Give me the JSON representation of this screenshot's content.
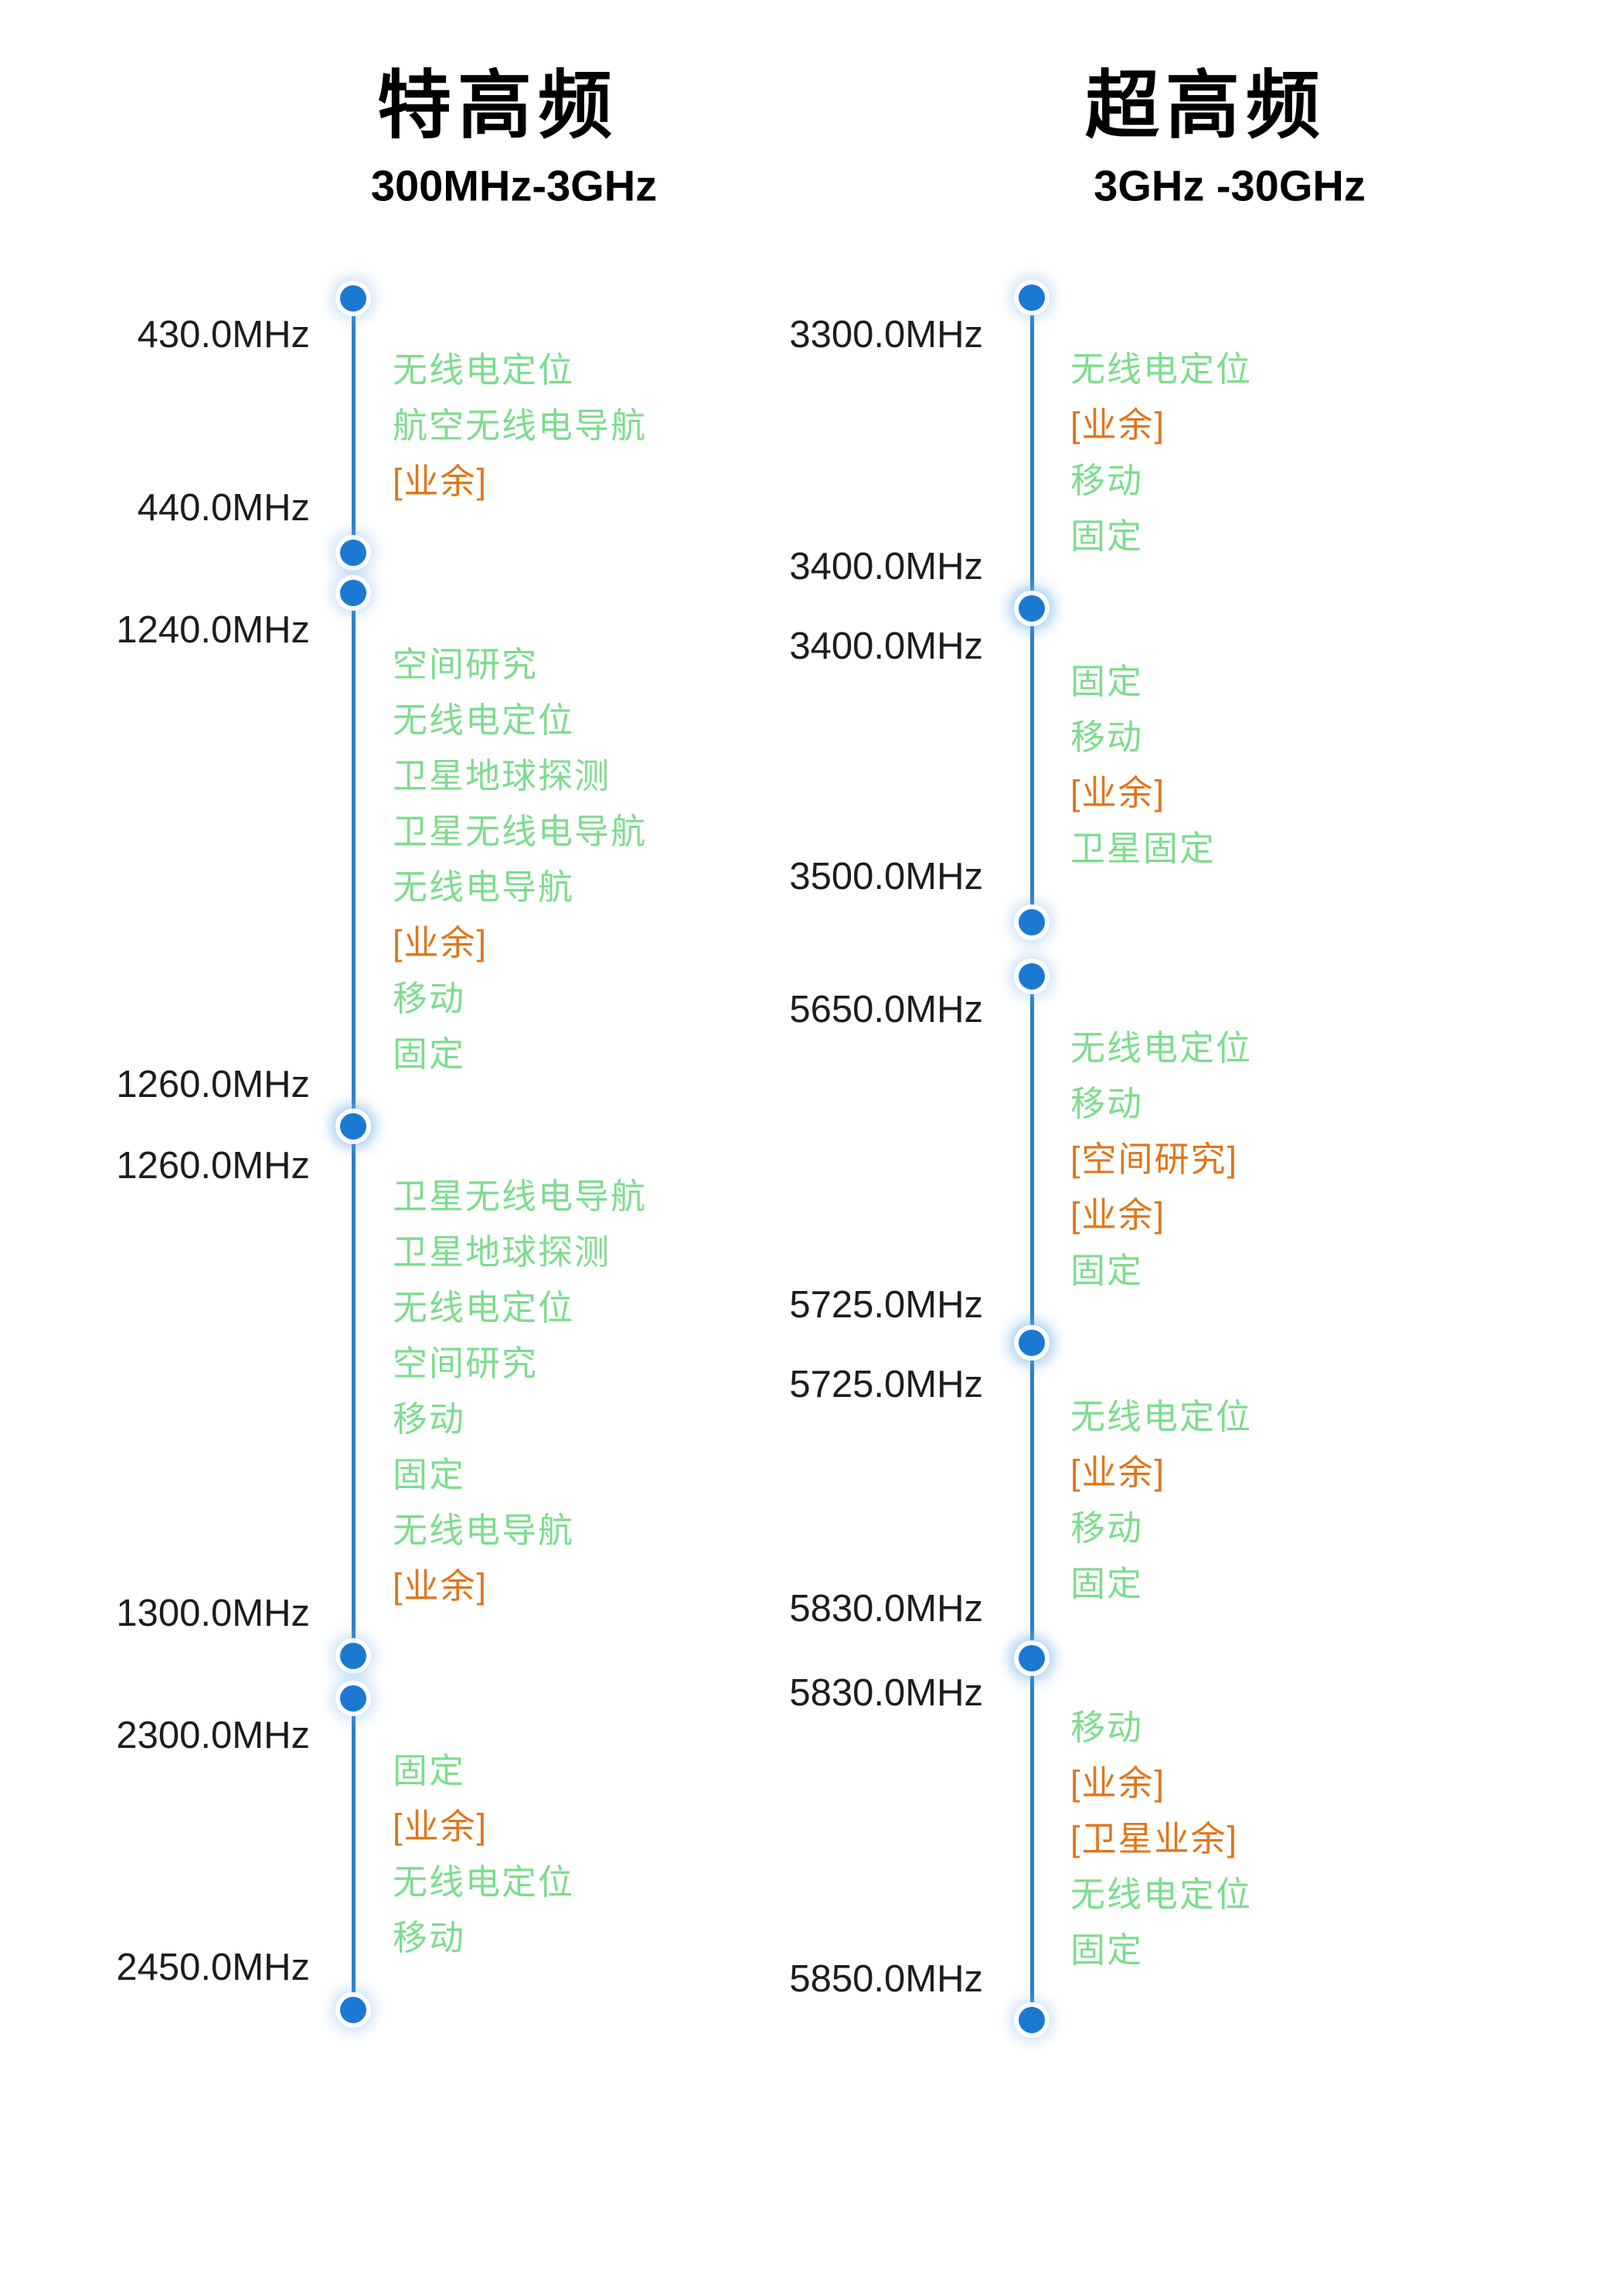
{
  "colors": {
    "axis_line": "#2b7ec9",
    "axis_dot": "#1b79d2",
    "primary_service_green": "#7cdd8d",
    "secondary_service_orange": "#e0761b",
    "frequency_text": "#1d1d1d",
    "title_text": "#000000",
    "background": "#ffffff"
  },
  "legend_semantics": {
    "primary": "green plain text allocation",
    "secondary": "orange bracketed allocation"
  },
  "columns": [
    {
      "id": "uhf",
      "title": "特高频",
      "subtitle": "300MHz-3GHz",
      "segments": [
        {
          "start": "430.0MHz",
          "end": "440.0MHz",
          "allocations": [
            {
              "text": "无线电定位",
              "type": "primary"
            },
            {
              "text": "航空无线电导航",
              "type": "primary"
            },
            {
              "text": "[业余]",
              "type": "secondary"
            }
          ]
        },
        {
          "start": "1240.0MHz",
          "end": "1260.0MHz",
          "allocations": [
            {
              "text": "空间研究",
              "type": "primary"
            },
            {
              "text": "无线电定位",
              "type": "primary"
            },
            {
              "text": "卫星地球探测",
              "type": "primary"
            },
            {
              "text": "卫星无线电导航",
              "type": "primary"
            },
            {
              "text": "无线电导航",
              "type": "primary"
            },
            {
              "text": "[业余]",
              "type": "secondary"
            },
            {
              "text": "移动",
              "type": "primary"
            },
            {
              "text": "固定",
              "type": "primary"
            }
          ]
        },
        {
          "start": "1260.0MHz",
          "end": "1300.0MHz",
          "allocations": [
            {
              "text": "卫星无线电导航",
              "type": "primary"
            },
            {
              "text": "卫星地球探测",
              "type": "primary"
            },
            {
              "text": "无线电定位",
              "type": "primary"
            },
            {
              "text": "空间研究",
              "type": "primary"
            },
            {
              "text": "移动",
              "type": "primary"
            },
            {
              "text": "固定",
              "type": "primary"
            },
            {
              "text": "无线电导航",
              "type": "primary"
            },
            {
              "text": "[业余]",
              "type": "secondary"
            }
          ]
        },
        {
          "start": "2300.0MHz",
          "end": "2450.0MHz",
          "allocations": [
            {
              "text": "固定",
              "type": "primary"
            },
            {
              "text": "[业余]",
              "type": "secondary"
            },
            {
              "text": "无线电定位",
              "type": "primary"
            },
            {
              "text": "移动",
              "type": "primary"
            }
          ]
        }
      ]
    },
    {
      "id": "shf",
      "title": "超高频",
      "subtitle": "3GHz -30GHz",
      "segments": [
        {
          "start": "3300.0MHz",
          "end": "3400.0MHz",
          "allocations": [
            {
              "text": "无线电定位",
              "type": "primary"
            },
            {
              "text": "[业余]",
              "type": "secondary"
            },
            {
              "text": "移动",
              "type": "primary"
            },
            {
              "text": "固定",
              "type": "primary"
            }
          ]
        },
        {
          "start": "3400.0MHz",
          "end": "3500.0MHz",
          "allocations": [
            {
              "text": "固定",
              "type": "primary"
            },
            {
              "text": "移动",
              "type": "primary"
            },
            {
              "text": "[业余]",
              "type": "secondary"
            },
            {
              "text": "卫星固定",
              "type": "primary"
            }
          ]
        },
        {
          "start": "5650.0MHz",
          "end": "5725.0MHz",
          "allocations": [
            {
              "text": "无线电定位",
              "type": "primary"
            },
            {
              "text": "移动",
              "type": "primary"
            },
            {
              "text": "[空间研究]",
              "type": "secondary"
            },
            {
              "text": "[业余]",
              "type": "secondary"
            },
            {
              "text": "固定",
              "type": "primary"
            }
          ]
        },
        {
          "start": "5725.0MHz",
          "end": "5830.0MHz",
          "allocations": [
            {
              "text": "无线电定位",
              "type": "primary"
            },
            {
              "text": "[业余]",
              "type": "secondary"
            },
            {
              "text": "移动",
              "type": "primary"
            },
            {
              "text": "固定",
              "type": "primary"
            }
          ]
        },
        {
          "start": "5830.0MHz",
          "end": "5850.0MHz",
          "allocations": [
            {
              "text": "移动",
              "type": "primary"
            },
            {
              "text": "[业余]",
              "type": "secondary"
            },
            {
              "text": "[卫星业余]",
              "type": "secondary"
            },
            {
              "text": "无线电定位",
              "type": "primary"
            },
            {
              "text": "固定",
              "type": "primary"
            }
          ]
        }
      ]
    }
  ]
}
